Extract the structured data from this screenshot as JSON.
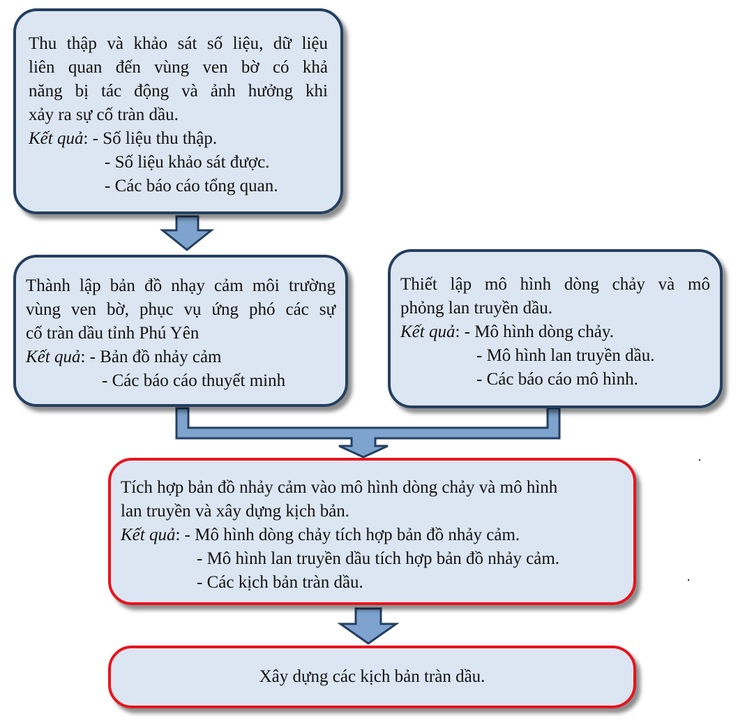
{
  "boxes": {
    "collect": {
      "lines": [
        "Thu thập và khảo sát số liệu, dữ liệu",
        "liên quan đến vùng ven bờ có khả",
        "năng bị tác động và ảnh hưởng khi",
        "xảy ra sự cố tràn dầu."
      ],
      "result_label": "Kết quả",
      "result_items": [
        "- Số liệu thu thập.",
        "- Số liệu khảo sát được.",
        "- Các báo cáo tổng quan."
      ]
    },
    "map": {
      "lines": [
        "Thành lập bản đồ nhạy cảm môi trường",
        "vùng ven bờ, phục vụ ứng phó các sự",
        "cố tràn dầu tỉnh Phú Yên"
      ],
      "result_label": "Kết quả",
      "result_items": [
        "- Bản đồ nhảy cảm",
        "- Các báo cáo thuyết minh"
      ]
    },
    "model": {
      "lines": [
        "Thiết lập mô hình dòng chảy và mô",
        "phỏng lan truyền dầu."
      ],
      "result_label": "Kết quả",
      "result_items": [
        "- Mô hình dòng chảy.",
        "- Mô hình lan truyền dầu.",
        "- Các báo cáo mô hình."
      ]
    },
    "integrate": {
      "lines": [
        "Tích hợp bản đồ nhảy cảm vào mô hình dòng chảy và mô hình",
        "lan truyền và xây dựng kịch bản."
      ],
      "result_label": "Kết quả",
      "result_items": [
        "- Mô hình dòng chảy tích hợp bản đồ nhảy cảm.",
        "- Mô hình lan truyền dầu tích hợp bản đồ nhảy cảm.",
        "- Các kịch bản tràn dầu."
      ]
    },
    "scenario": {
      "text": "Xây dựng các kịch bản tràn dầu."
    }
  },
  "colors": {
    "box_fill": "#dce6f2",
    "box_border_blue": "#243f60",
    "box_border_red": "#e8141c",
    "arrow_fill": "#7ea3cf",
    "arrow_stroke": "#243f60"
  }
}
